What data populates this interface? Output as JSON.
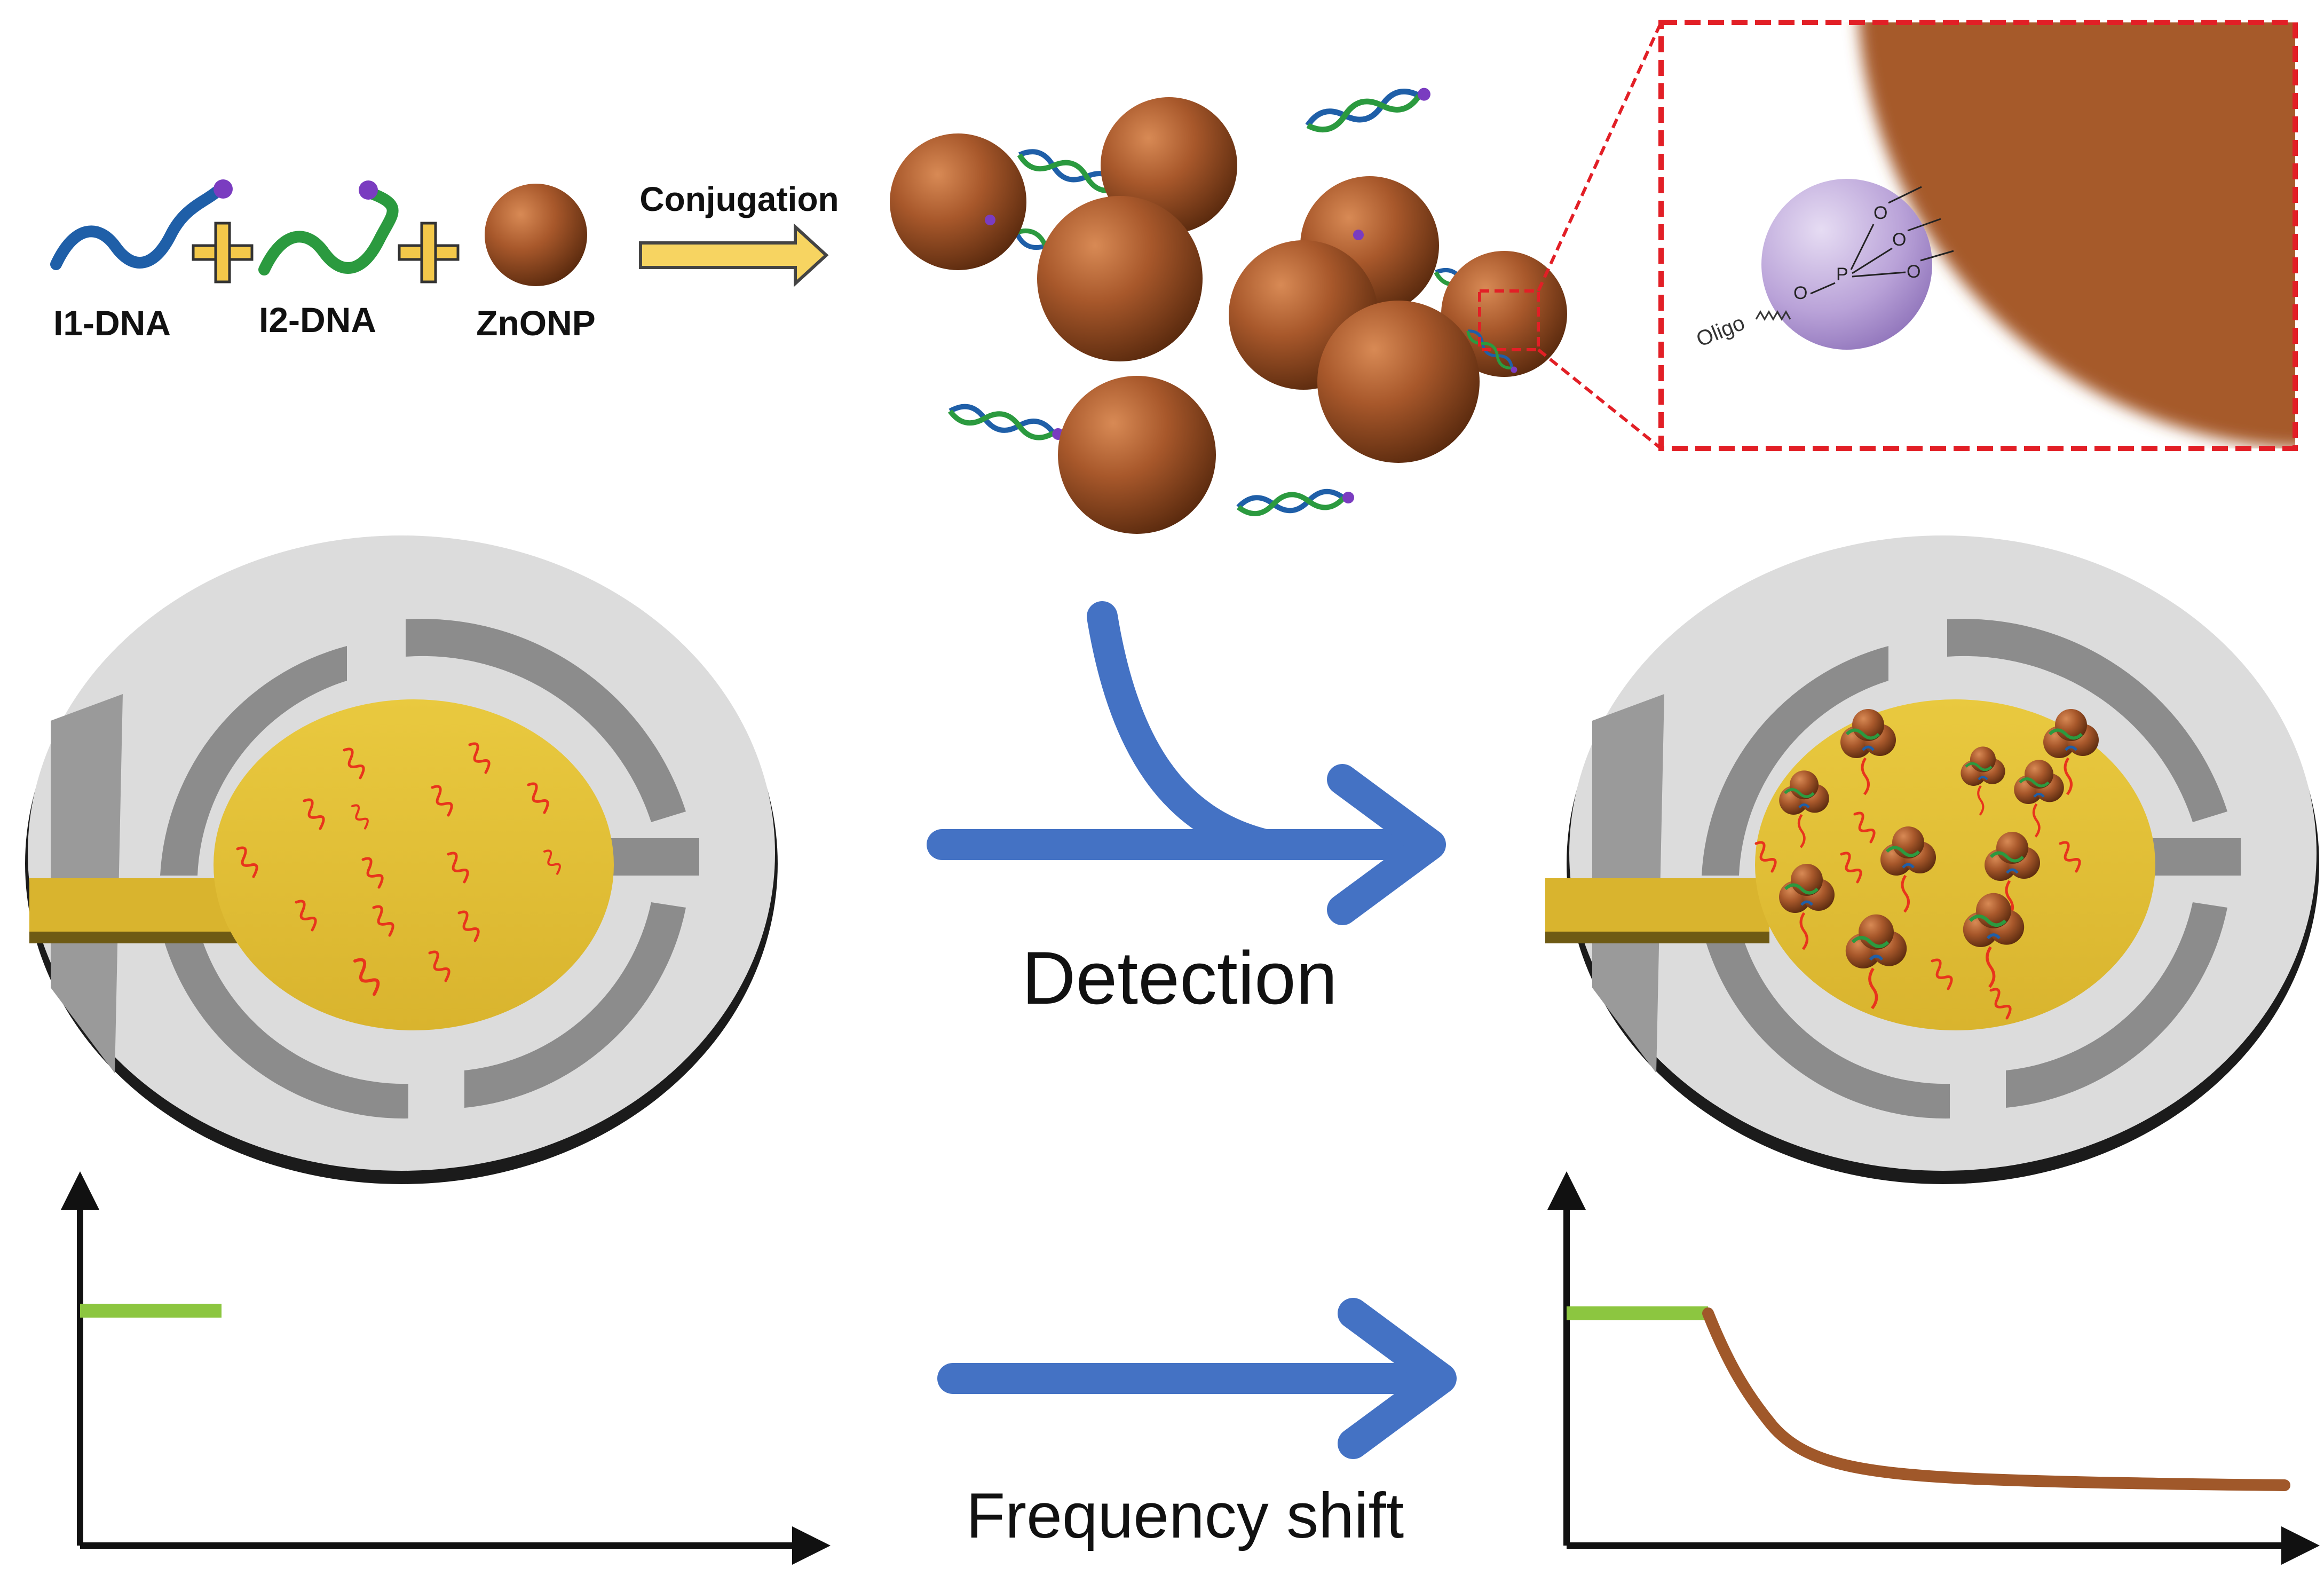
{
  "reagents": {
    "i1_label": "I1-DNA",
    "i2_label": "I2-DNA",
    "np_label": "ZnONP",
    "conjugation_label": "Conjugation"
  },
  "inset": {
    "oligo_label": "Oligo",
    "o_label": "O",
    "p_label": "P"
  },
  "process": {
    "detection_label": "Detection",
    "frequency_shift_label": "Frequency shift"
  },
  "colors": {
    "dna_blue": "#1f5fa8",
    "dna_green": "#2b9a3f",
    "dna_end": "#7a3cc0",
    "nanoparticle": "#a0522d",
    "arrow_blue": "#4472c4",
    "electrode_gold": "#e3c13b",
    "probe_red": "#e8341c",
    "baseline_green": "#8cc640",
    "signal_brown": "#a0582a",
    "inset_border": "#e21f26",
    "phosphate_purple": "#b9a2d8"
  }
}
